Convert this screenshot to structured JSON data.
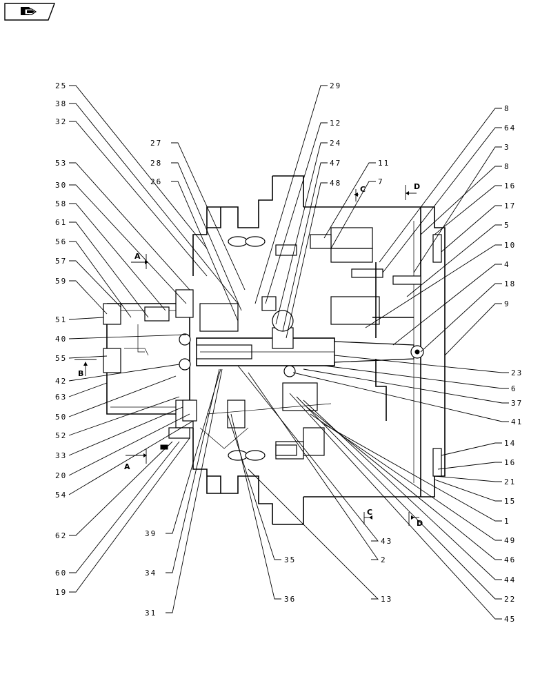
{
  "nav": {
    "icon": "bookmark-arrow-icon"
  },
  "labels_left": [
    "25",
    "38",
    "32",
    "53",
    "30",
    "58",
    "61",
    "56",
    "57",
    "59",
    "51",
    "40",
    "55",
    "42",
    "63",
    "50",
    "52",
    "33",
    "20",
    "54",
    "62",
    "60",
    "19"
  ],
  "labels_bottom": [
    "39",
    "34",
    "31",
    "35",
    "36",
    "2",
    "13",
    "43"
  ],
  "labels_top": [
    "27",
    "28",
    "26",
    "29",
    "12",
    "24",
    "47",
    "48",
    "11",
    "7"
  ],
  "labels_right": [
    "8",
    "64",
    "3",
    "8",
    "16",
    "17",
    "5",
    "10",
    "4",
    "18",
    "9",
    "23",
    "6",
    "37",
    "41",
    "14",
    "16",
    "21",
    "15",
    "1",
    "49",
    "46",
    "44",
    "22",
    "45"
  ],
  "section_markers": {
    "a_top": "A",
    "a_bottom": "A",
    "b": "B",
    "c_top": "C",
    "c_bottom": "C",
    "d_top": "D",
    "d_bottom": "D"
  }
}
